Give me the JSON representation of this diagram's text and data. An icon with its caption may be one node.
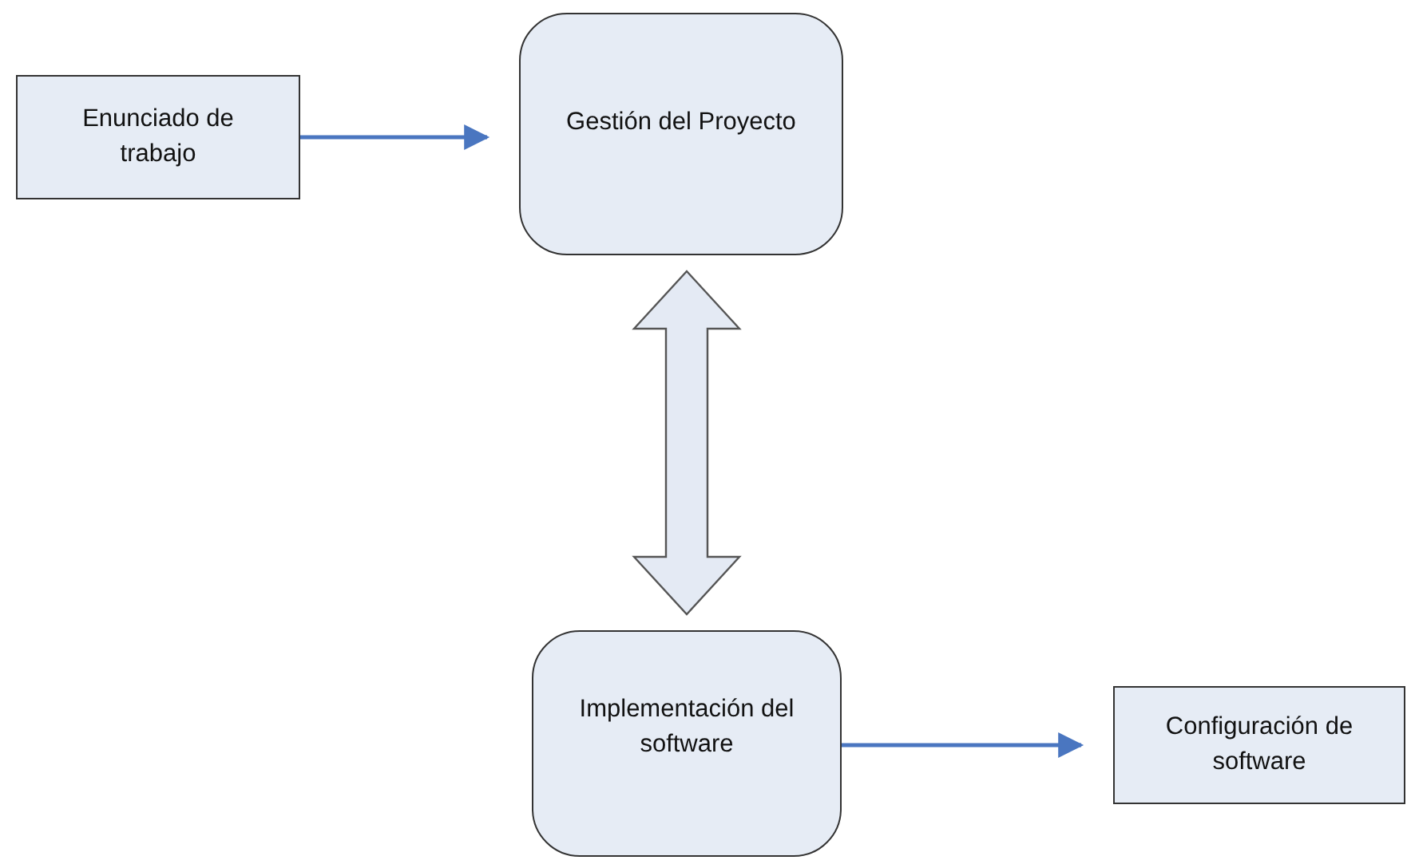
{
  "diagram": {
    "nodes": [
      {
        "text": [
          "Enunciado de trabajo"
        ]
      },
      {
        "text": [
          "Gestión del Proyecto"
        ]
      },
      {
        "text": [
          "Implementación del software"
        ]
      },
      {
        "text": [
          "Configuración de software"
        ]
      }
    ],
    "edges": [
      {
        "from": 0,
        "to": 1,
        "arrow": "to"
      },
      {
        "from": 1,
        "to": 2,
        "arrow": "both",
        "style": "thick",
        "color": "#e4eaf4"
      },
      {
        "from": 2,
        "to": 3,
        "arrow": "to"
      }
    ]
  }
}
